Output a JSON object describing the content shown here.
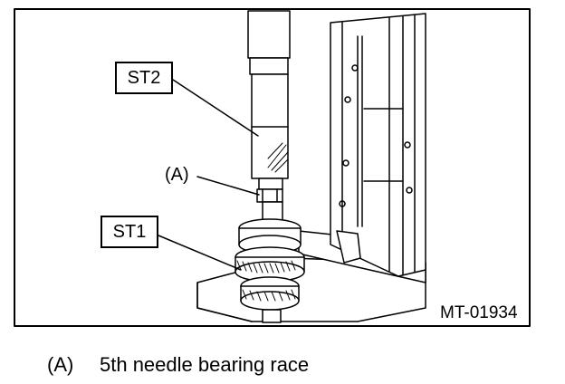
{
  "figure": {
    "callout_st2": "ST2",
    "callout_st1": "ST1",
    "callout_a": "(A)",
    "figure_code": "MT-01934"
  },
  "caption": {
    "key": "(A)",
    "text": "5th needle bearing race"
  }
}
